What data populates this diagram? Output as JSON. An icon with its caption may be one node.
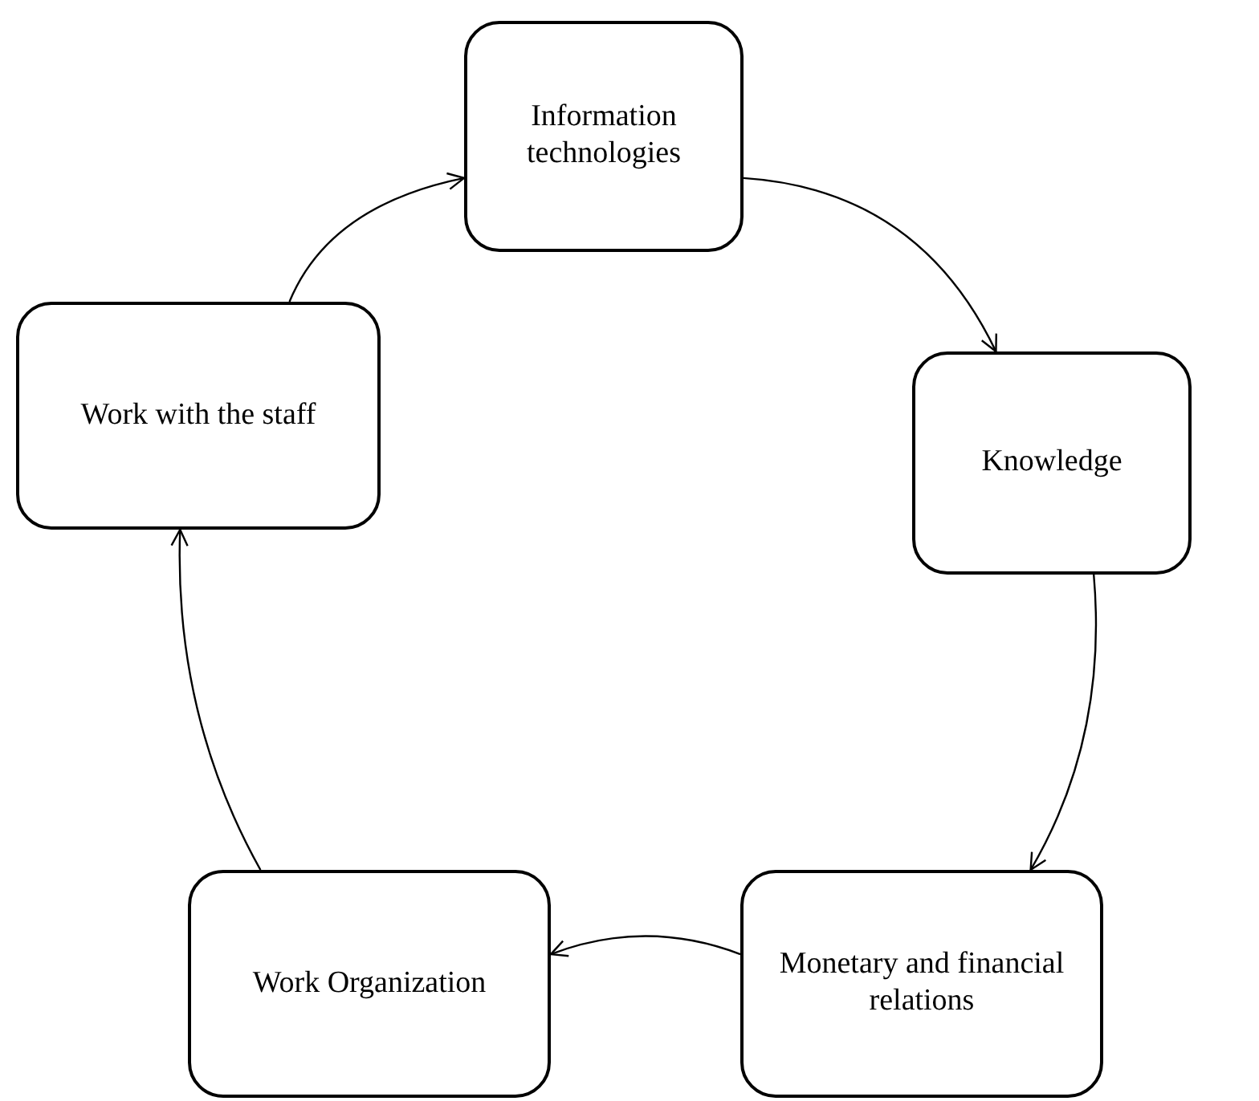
{
  "diagram": {
    "nodes": [
      {
        "text": [
          "Information technologies"
        ]
      },
      {
        "text": [
          "Knowledge"
        ]
      },
      {
        "text": [
          "Monetary and financial relations"
        ]
      },
      {
        "text": [
          "Work Organization"
        ]
      },
      {
        "text": [
          "Work with the staff"
        ]
      }
    ],
    "edges": [
      {
        "from": 0,
        "to": 1,
        "arrow": "to"
      },
      {
        "from": 1,
        "to": 2,
        "arrow": "to"
      },
      {
        "from": 2,
        "to": 3,
        "arrow": "to"
      },
      {
        "from": 3,
        "to": 4,
        "arrow": "to"
      },
      {
        "from": 4,
        "to": 0,
        "arrow": "to"
      }
    ]
  }
}
